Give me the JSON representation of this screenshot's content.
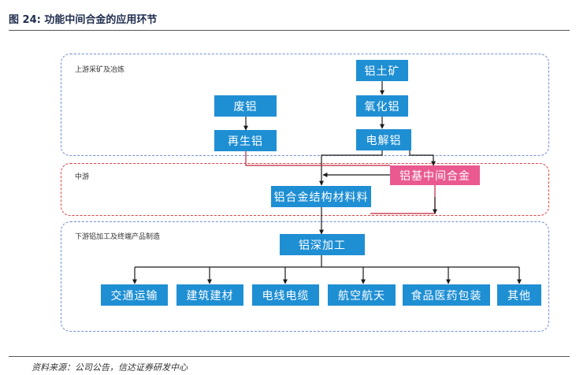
{
  "figure": {
    "title": "图 24: 功能中间合金的应用环节",
    "source": "资料来源：公司公告，信达证券研发中心"
  },
  "zones": {
    "upstream": "上游采矿及冶炼",
    "midstream": "中游",
    "downstream": "下游铝加工及终端产品制造"
  },
  "nodes": {
    "bauxite": "铝土矿",
    "alumina": "氧化铝",
    "electrolytic_al": "电解铝",
    "scrap_al": "废铝",
    "recycled_al": "再生铝",
    "master_alloy": "铝基中间合金",
    "structural_material": "铝合金结构材料料",
    "deep_processing": "铝深加工"
  },
  "applications": [
    "交通运输",
    "建筑建材",
    "电线电缆",
    "航空航天",
    "食品医药包装",
    "其他"
  ],
  "colors": {
    "node_blue": "#1f8fd4",
    "node_pink": "#ea5990",
    "zone_blue_border": "#6f8fd6",
    "zone_red_border": "#e04040",
    "red_line": "#c0243b"
  }
}
